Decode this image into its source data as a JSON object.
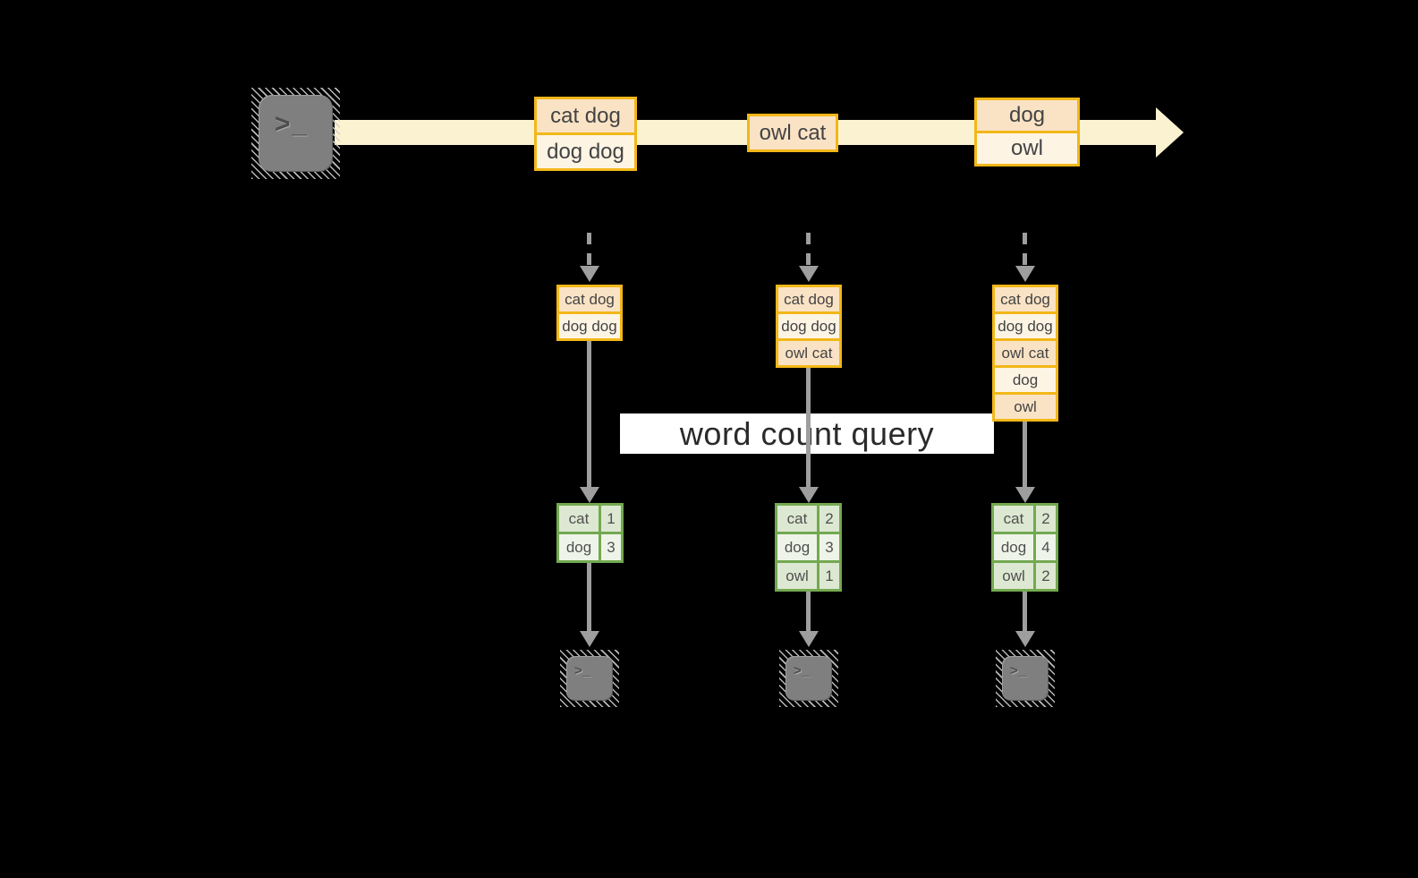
{
  "diagram": {
    "banner": {
      "label": "word count query"
    },
    "terminal_glyph": ">_",
    "stream_boxes": [
      {
        "rows": [
          "cat dog",
          "dog dog"
        ]
      },
      {
        "rows": [
          "owl cat"
        ]
      },
      {
        "rows": [
          "dog",
          "owl"
        ]
      }
    ],
    "buffers": [
      {
        "rows": [
          "cat dog",
          "dog dog"
        ]
      },
      {
        "rows": [
          "cat dog",
          "dog dog",
          "owl cat"
        ]
      },
      {
        "rows": [
          "cat dog",
          "dog dog",
          "owl cat",
          "dog",
          "owl"
        ]
      }
    ],
    "count_tables": [
      {
        "rows": [
          {
            "word": "cat",
            "count": "1"
          },
          {
            "word": "dog",
            "count": "3"
          }
        ]
      },
      {
        "rows": [
          {
            "word": "cat",
            "count": "2"
          },
          {
            "word": "dog",
            "count": "3"
          },
          {
            "word": "owl",
            "count": "1"
          }
        ]
      },
      {
        "rows": [
          {
            "word": "cat",
            "count": "2"
          },
          {
            "word": "dog",
            "count": "4"
          },
          {
            "word": "owl",
            "count": "2"
          }
        ]
      }
    ],
    "colors": {
      "background": "#000000",
      "stream_arrow": "#fbf2d1",
      "box_border": "#f2b718",
      "box_fill_peach": "#fae3c5",
      "box_fill_cream": "#fdf4e4",
      "table_border": "#73a950",
      "table_fill_dark": "#dde8d2",
      "table_fill_light": "#eff4e9",
      "connector_gray": "#9e9e9e",
      "terminal_gray": "#7f7f7f",
      "banner_bg": "#ffffff"
    }
  }
}
